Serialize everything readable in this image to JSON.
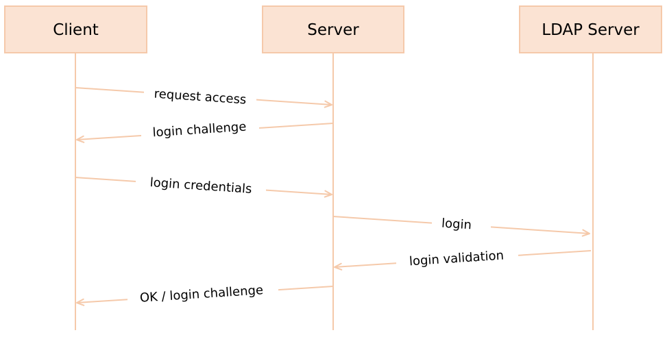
{
  "actors": [
    {
      "id": "client",
      "label": "Client"
    },
    {
      "id": "server",
      "label": "Server"
    },
    {
      "id": "ldap",
      "label": "LDAP Server"
    }
  ],
  "messages": [
    {
      "label": "request access",
      "from": "client",
      "to": "server"
    },
    {
      "label": "login challenge",
      "from": "server",
      "to": "client"
    },
    {
      "label": "login credentials",
      "from": "client",
      "to": "server"
    },
    {
      "label": "login",
      "from": "server",
      "to": "ldap"
    },
    {
      "label": "login validation",
      "from": "ldap",
      "to": "server"
    },
    {
      "label": "OK / login challenge",
      "from": "server",
      "to": "client"
    }
  ],
  "colors": {
    "box_fill": "#fbe3d3",
    "box_stroke": "#f5c9aa",
    "line": "#f5c9aa",
    "text": "#000000"
  }
}
